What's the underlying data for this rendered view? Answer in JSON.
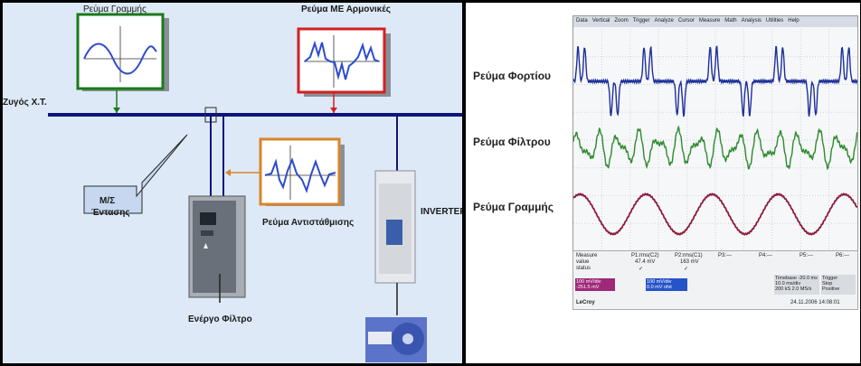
{
  "diagram": {
    "line_current_label": "Ρεύμα Γραμμής",
    "harmonic_current_label": "Ρεύμα ΜΕ Αρμονικές",
    "bus_label": "Ζυγός Χ.Τ.",
    "transformer_label_line1": "Μ/Σ",
    "transformer_label_line2": "Έντασης",
    "compensation_current_label": "Ρεύμα Αντιστάθμισης",
    "inverter_label": "INVERTER",
    "active_filter_label": "Ενέργο Φίλτρο"
  },
  "scope": {
    "trace_labels": [
      "Ρεύμα Φορτίου",
      "Ρεύμα Φίλτρου",
      "Ρεύμα Γραμμής"
    ],
    "menu": [
      "Data",
      "Vertical",
      "Zoom",
      "Trigger",
      "Analyze",
      "Cursor",
      "Measure",
      "Math",
      "Analysis",
      "Utilities",
      "Help"
    ],
    "colors": {
      "load": "#1d2f9a",
      "filter": "#2e8a2e",
      "line": "#8c1c3c"
    },
    "measure": {
      "row_labels": [
        "Measure",
        "value",
        "status"
      ],
      "p1_title": "P1:rms(C2)",
      "p1_value": "47.4 mV",
      "p2_title": "P2:rms(C1)",
      "p2_value": "163 mV",
      "p3": "P3:---",
      "p4": "P4:---",
      "p5": "P5:---",
      "p6": "P6:---",
      "ch1_line1": "100 mV/div",
      "ch1_line2": "-251.5 mV",
      "ch2_line1": "100 mV/div",
      "ch2_line2": "0.0 mV ofst",
      "timebase_line1": "Timebase -20.0 ms",
      "timebase_line2": "10.0 ms/div",
      "timebase_line3": "200 kS   2.0 MS/s",
      "trigger_line1": "Trigger",
      "trigger_line2": "Stop",
      "trigger_line3": "Positive",
      "brand": "LeCroy",
      "timestamp": "24.11.2006 14:08:01"
    }
  }
}
